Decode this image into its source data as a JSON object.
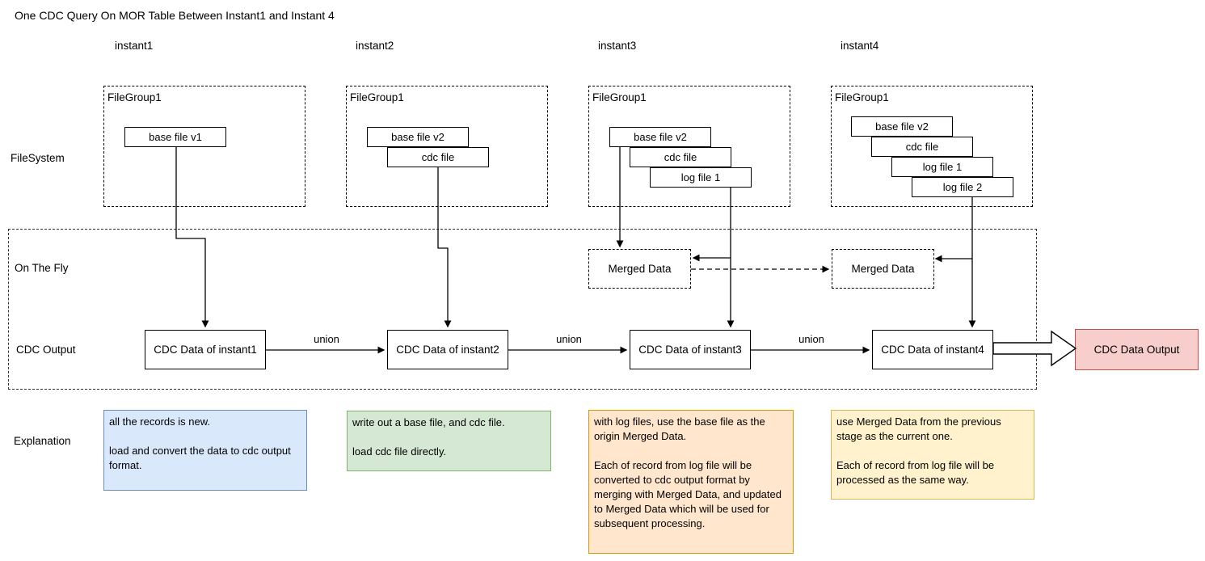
{
  "title": "One CDC Query On MOR Table Between Instant1 and Instant 4",
  "row_labels": {
    "filesystem": "FileSystem",
    "on_the_fly": "On The Fly",
    "cdc_output": "CDC Output",
    "explanation": "Explanation"
  },
  "instant_labels": [
    "instant1",
    "instant2",
    "instant3",
    "instant4"
  ],
  "filegroups": [
    {
      "label": "FileGroup1",
      "files": [
        "base file v1"
      ]
    },
    {
      "label": "FileGroup1",
      "files": [
        "base file v2",
        "cdc file"
      ]
    },
    {
      "label": "FileGroup1",
      "files": [
        "base file v2",
        "cdc file",
        "log file 1"
      ]
    },
    {
      "label": "FileGroup1",
      "files": [
        "base file v2",
        "cdc file",
        "log file 1",
        "log file 2"
      ]
    }
  ],
  "merged_data_labels": [
    "Merged Data",
    "Merged Data"
  ],
  "cdc_data_labels": [
    "CDC Data of instant1",
    "CDC Data of instant2",
    "CDC Data of instant3",
    "CDC Data of instant4"
  ],
  "union_label": "union",
  "output_label": "CDC Data Output",
  "explanations": [
    {
      "theme": "blue",
      "fill": "#dae8fc",
      "border": "#6c8ebf",
      "paragraphs": [
        "all the records is new.",
        "load and convert the data to cdc output format."
      ]
    },
    {
      "theme": "green",
      "fill": "#d5e8d4",
      "border": "#82b366",
      "paragraphs": [
        "write out a base file, and cdc file.",
        "load cdc file directly."
      ]
    },
    {
      "theme": "orange",
      "fill": "#ffe6cc",
      "border": "#d79b00",
      "paragraphs": [
        "with log files, use the base file as the origin Merged Data.",
        "Each of record from log file will be converted to cdc output format by merging with Merged Data, and updated to Merged Data which will be used for subsequent processing."
      ]
    },
    {
      "theme": "yellow",
      "fill": "#fff2cc",
      "border": "#d6b656",
      "paragraphs": [
        "use Merged Data from the previous stage as the current one.",
        "Each of record from log file will be processed as the same way."
      ]
    }
  ],
  "colors": {
    "output_fill": "#f8cecc",
    "output_border": "#b85450",
    "line": "#000000"
  }
}
